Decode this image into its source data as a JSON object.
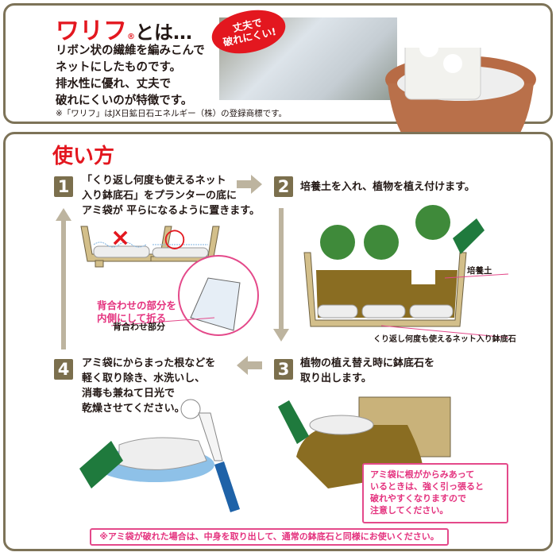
{
  "intro": {
    "title_brand": "ワリフ",
    "title_reg": "®",
    "title_suffix": "とは…",
    "description": "リボン状の繊維を編みこんで\nネットにしたものです。\n排水性に優れ、丈夫で\n破れにくいのが特徴です。",
    "trademark_note": "※「ワリフ」はJX日鉱日石エネルギー（株）の登録商標です。",
    "badge": "丈夫で\n破れにくい!"
  },
  "howto": {
    "title": "使い方",
    "steps": [
      {
        "number": "1",
        "text": "「くり返し何度も使えるネット\n入り鉢底石」をプランターの底に\nアミ袋が 平らになるように置きます。"
      },
      {
        "number": "2",
        "text": "培養土を入れ、植物を植え付けます。"
      },
      {
        "number": "3",
        "text": "植物の植え替え時に鉢底石を\n取り出します。"
      },
      {
        "number": "4",
        "text": "アミ袋にからまった根などを\n軽く取り除き、水洗いし、\n消毒も兼ねて日光で\n乾燥させてください。"
      }
    ],
    "wrong_mark": "×",
    "right_mark": "○",
    "fold_instruction": "背合わせの部分を\n内側にして折る",
    "fold_label": "背合わせ部分",
    "soil_label": "培養土",
    "stone_label": "くり返し何度も使えるネット入り鉢底石",
    "warning": "アミ袋に根がからみあって\nいるときは、強く引っ張ると\n破れやすくなりますので\n注意してください。",
    "footer_note": "※アミ袋が破れた場合は、中身を取り出して、通常の鉢底石と同様にお使いください。"
  },
  "colors": {
    "accent_red": "#e3171f",
    "border": "#7d7358",
    "pink": "#e4327e",
    "arrow": "#bdb49f"
  }
}
